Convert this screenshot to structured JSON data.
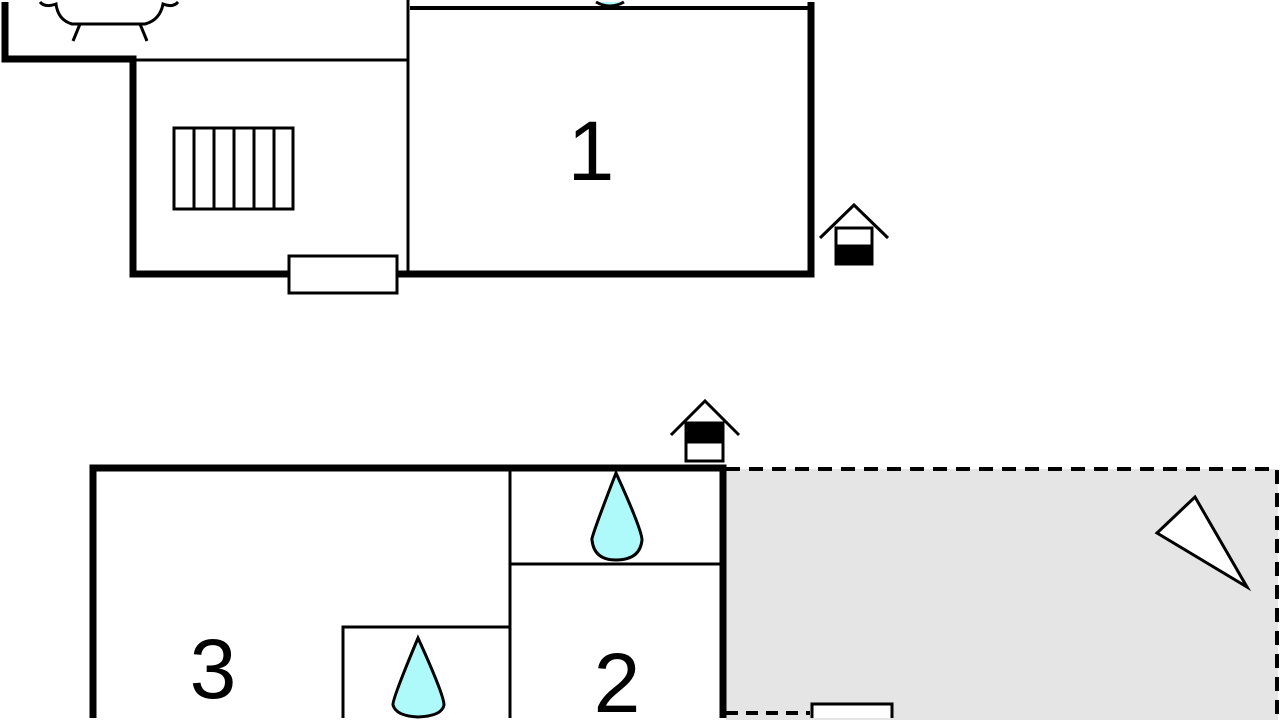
{
  "floor_plan": {
    "upper_level": {
      "room_label": "1"
    },
    "lower_level": {
      "room_labels": [
        "3",
        "2"
      ]
    },
    "colors": {
      "wall": "#000000",
      "water": "#aefafa",
      "terrace": "#e5e5e5",
      "background": "#ffffff"
    },
    "icons": [
      "sofa-icon",
      "radiator-icon",
      "window-icon",
      "water-drop-icon",
      "house-entrance-icon",
      "compass-north-icon"
    ]
  }
}
